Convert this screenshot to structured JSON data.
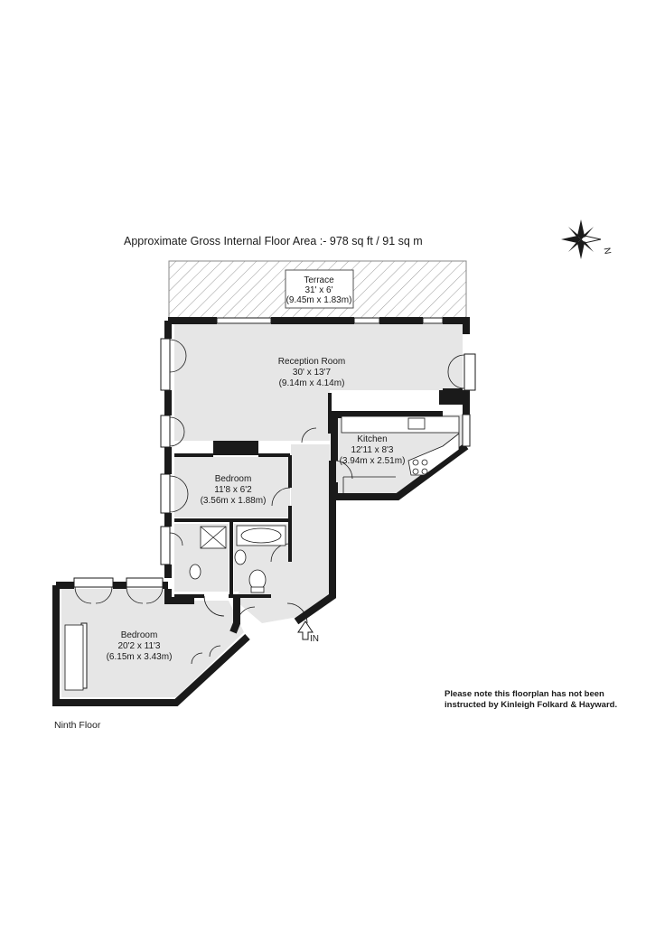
{
  "title": "Approximate Gross Internal Floor Area :- 978 sq ft / 91 sq m",
  "compass": {
    "letter": "N",
    "icon": "compass-rose-icon"
  },
  "rooms": {
    "terrace": {
      "name": "Terrace",
      "imperial": "31' x 6'",
      "metric": "(9.45m x 1.83m)"
    },
    "reception": {
      "name": "Reception Room",
      "imperial": "30' x 13'7",
      "metric": "(9.14m x 4.14m)"
    },
    "kitchen": {
      "name": "Kitchen",
      "imperial": "12'11 x 8'3",
      "metric": "(3.94m x 2.51m)"
    },
    "bedroom2": {
      "name": "Bedroom",
      "imperial": "11'8 x 6'2",
      "metric": "(3.56m x 1.88m)"
    },
    "bedroom1": {
      "name": "Bedroom",
      "imperial": "20'2 x 11'3",
      "metric": "(6.15m x 3.43m)"
    }
  },
  "entrance": "IN",
  "note": {
    "line1": "Please note this floorplan has not been",
    "line2": "instructed by Kinleigh Folkard & Hayward."
  },
  "floor_label": "Ninth Floor",
  "colors": {
    "wall": "#1a1a1a",
    "room_fill": "#e6e6e6",
    "terrace_hatch": "#9a9a9a"
  }
}
